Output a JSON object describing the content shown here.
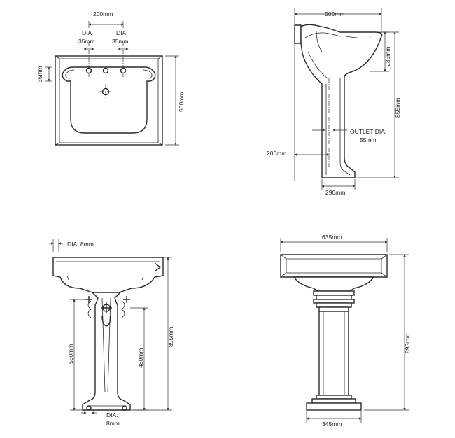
{
  "plan_view": {
    "dim_top": "200mm",
    "dia_left": "DIA",
    "dia_left_val": "35mm",
    "dia_right": "DIA",
    "dia_right_val": "35mm",
    "dim_left": "35mm",
    "dim_depth": "500mm"
  },
  "side_view": {
    "dim_top": "500mm",
    "dim_bowl": "235mm",
    "dim_height": "855mm",
    "outlet_label": "OUTLET DIA.",
    "outlet_val": "55mm",
    "dim_wall": "200mm",
    "dim_base": "290mm"
  },
  "section_view": {
    "dia_label": "DIA. 8mm",
    "dim_550": "550mm",
    "dim_480": "480mm",
    "dim_895": "895mm",
    "dia_bottom": "DIA.",
    "dia_bottom_val": "8mm"
  },
  "front_view": {
    "dim_width": "635mm",
    "dim_height": "895mm",
    "dim_base": "345mm"
  }
}
